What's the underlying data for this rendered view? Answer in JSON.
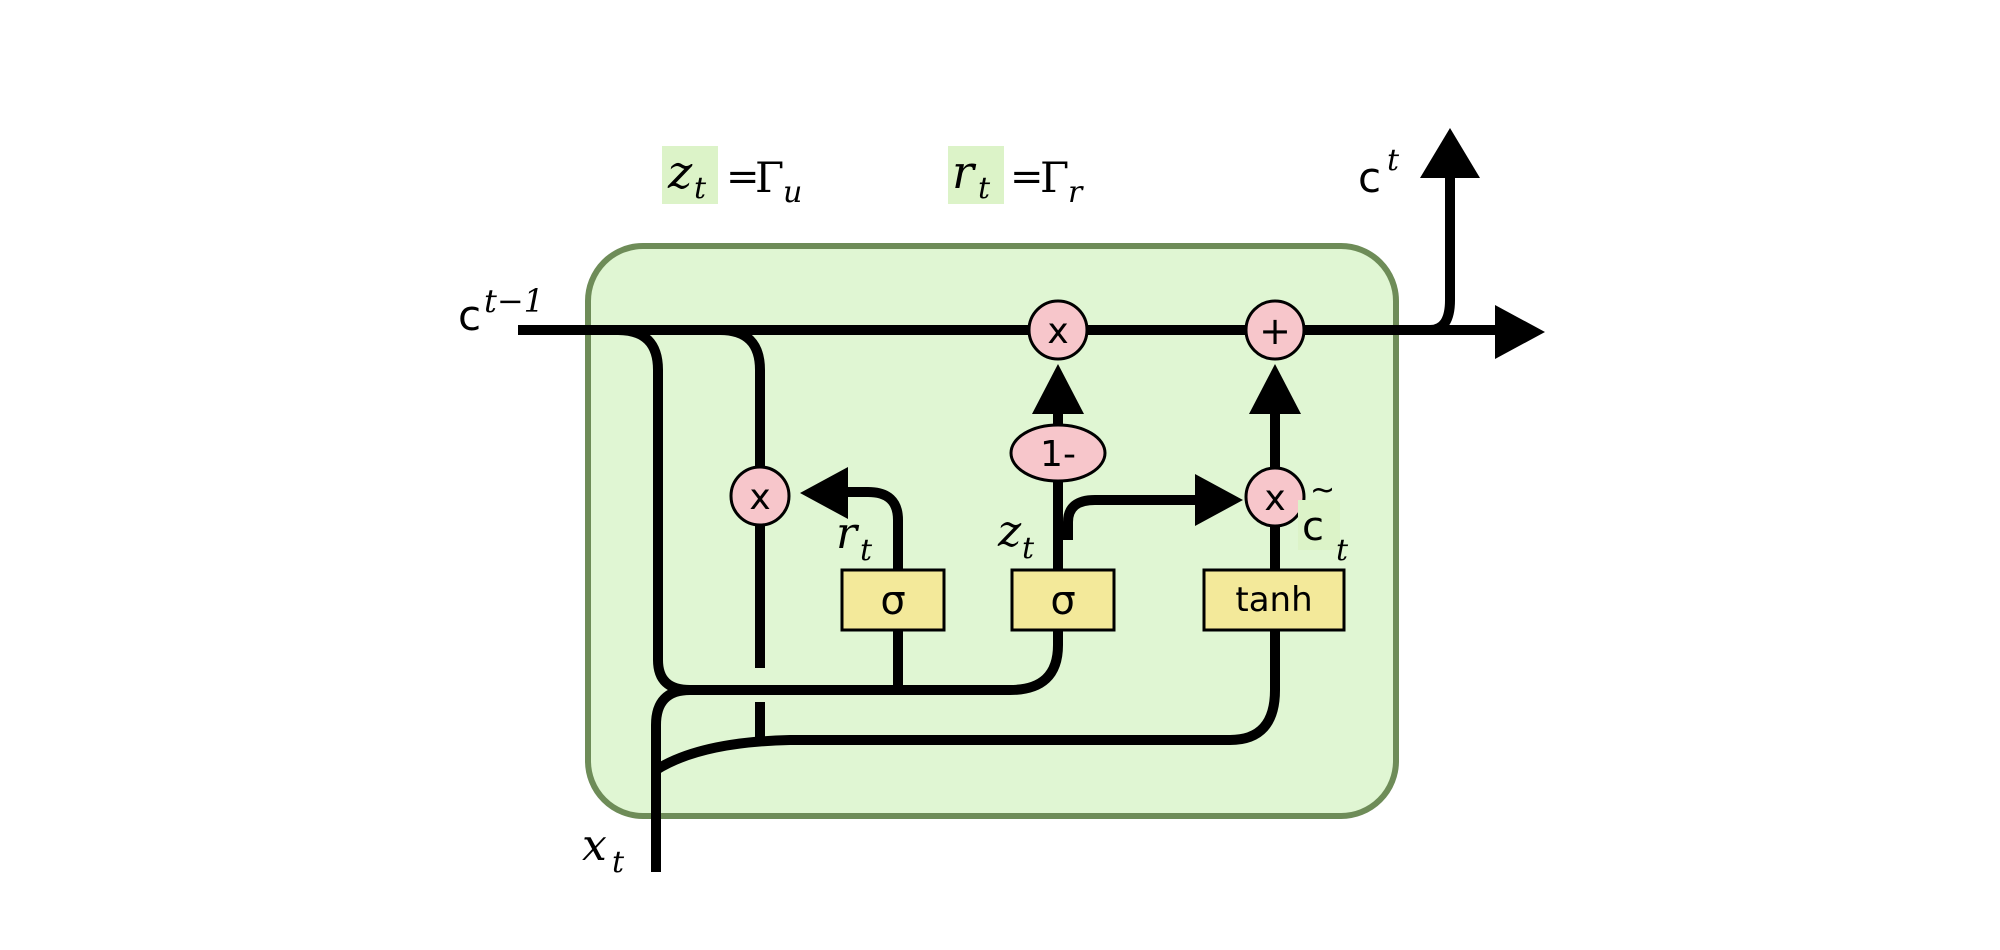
{
  "cell_in": {
    "base": "c",
    "sup": "t−1"
  },
  "cell_out": {
    "base": "c",
    "sup": "t"
  },
  "input": {
    "base": "x",
    "sub": "t"
  },
  "update_gate_eq": {
    "lhs_base": "z",
    "lhs_sub": "t",
    "equals": "=",
    "rhs_base": "Γ",
    "rhs_sub": "u"
  },
  "reset_gate_eq": {
    "lhs_base": "r",
    "lhs_sub": "t",
    "equals": "=",
    "rhs_base": "Γ",
    "rhs_sub": "r"
  },
  "reset_label": {
    "base": "r",
    "sub": "t"
  },
  "update_label": {
    "base": "z",
    "sub": "t"
  },
  "candidate_label": {
    "base": "c",
    "tilde": "~",
    "sub": "t"
  },
  "ops": {
    "multiply_reset": "x",
    "multiply_top": "x",
    "multiply_candidate": "x",
    "add_top": "+",
    "one_minus": "1-"
  },
  "gates": {
    "sigma_reset": "σ",
    "sigma_update": "σ",
    "tanh": "tanh"
  },
  "colors": {
    "cell_fill": "#e0f6d3",
    "cell_border": "#6e8c58",
    "op_fill": "#f7c6cb",
    "gate_fill": "#f3e99a",
    "highlight": "#dcf3c8"
  }
}
